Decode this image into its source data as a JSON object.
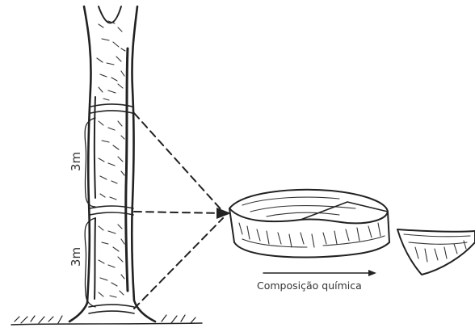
{
  "labels": {
    "segment_upper": "3m",
    "segment_lower": "3m",
    "caption": "Composição química"
  }
}
